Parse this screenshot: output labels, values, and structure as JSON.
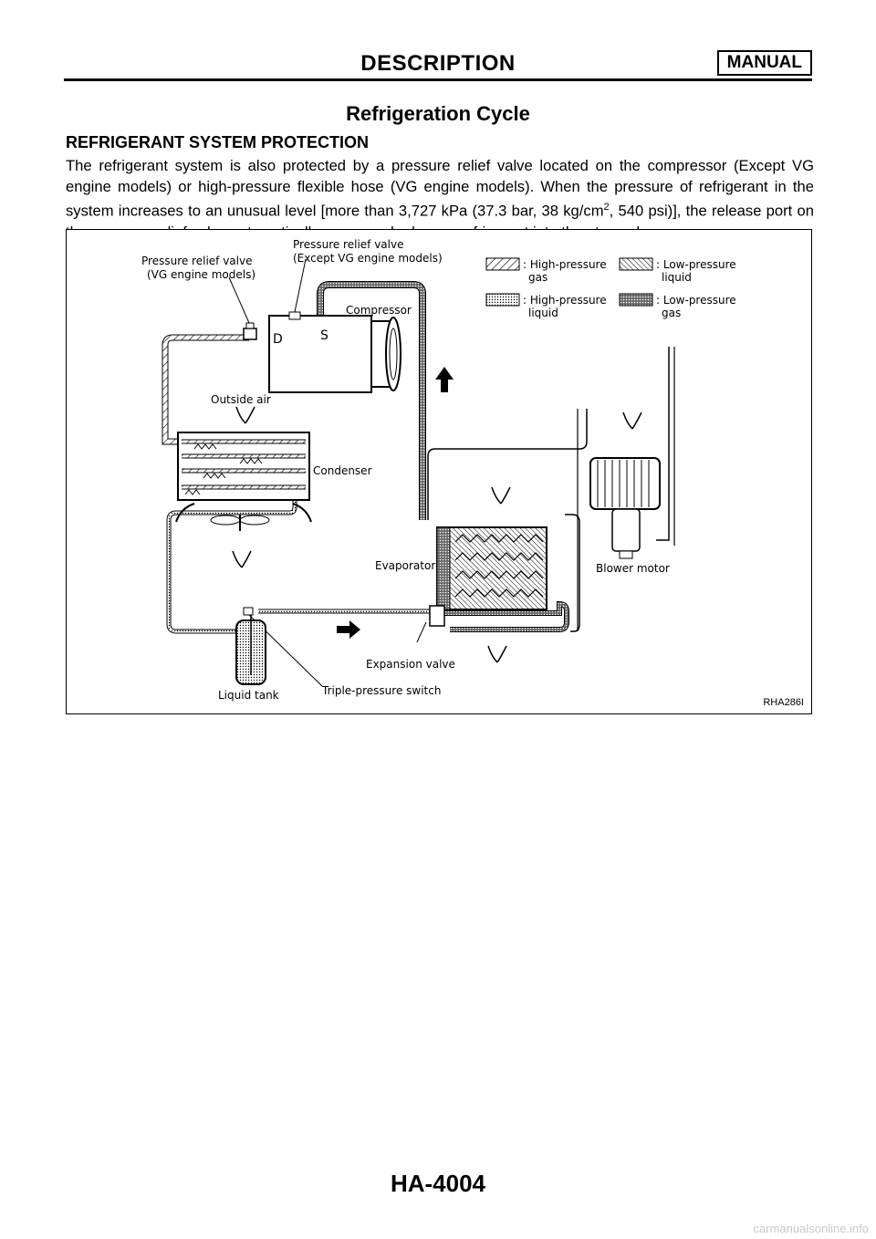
{
  "header": {
    "title": "DESCRIPTION",
    "badge": "MANUAL"
  },
  "section_title": "Refrigeration Cycle",
  "subsection_title": "REFRIGERANT SYSTEM PROTECTION",
  "body": {
    "text_before_sup": "The refrigerant system is also protected by a pressure relief valve located on the compressor (Except VG engine models) or high-pressure flexible hose (VG engine models). When the pressure of refrigerant in the system increases to an unusual level [more than 3,727 kPa (37.3 bar, 38 kg/cm",
    "sup": "2",
    "text_after_sup": ", 540 psi)], the release port on the pressure relief valve automatically opens and releases refrigerant into the atmosphere."
  },
  "figure": {
    "code": "RHA286I",
    "labels": {
      "relief_vg_1": "Pressure relief valve",
      "relief_vg_2": "(VG engine models)",
      "relief_exc_1": "Pressure relief valve",
      "relief_exc_2": "(Except VG engine models)",
      "compressor": "Compressor",
      "d": "D",
      "s": "S",
      "outside_air": "Outside air",
      "condenser": "Condenser",
      "evaporator": "Evaporator",
      "blower_motor": "Blower motor",
      "expansion_valve": "Expansion valve",
      "liquid_tank": "Liquid tank",
      "triple_switch": "Triple-pressure switch"
    },
    "legend": {
      "hp_gas_1": ": High-pressure",
      "hp_gas_2": "gas",
      "lp_liquid_1": ": Low-pressure",
      "lp_liquid_2": "liquid",
      "hp_liquid_1": ": High-pressure",
      "hp_liquid_2": "liquid",
      "lp_gas_1": ": Low-pressure",
      "lp_gas_2": "gas"
    }
  },
  "footer": {
    "page": "HA-4004"
  },
  "watermark": "carmanualsonline.info"
}
